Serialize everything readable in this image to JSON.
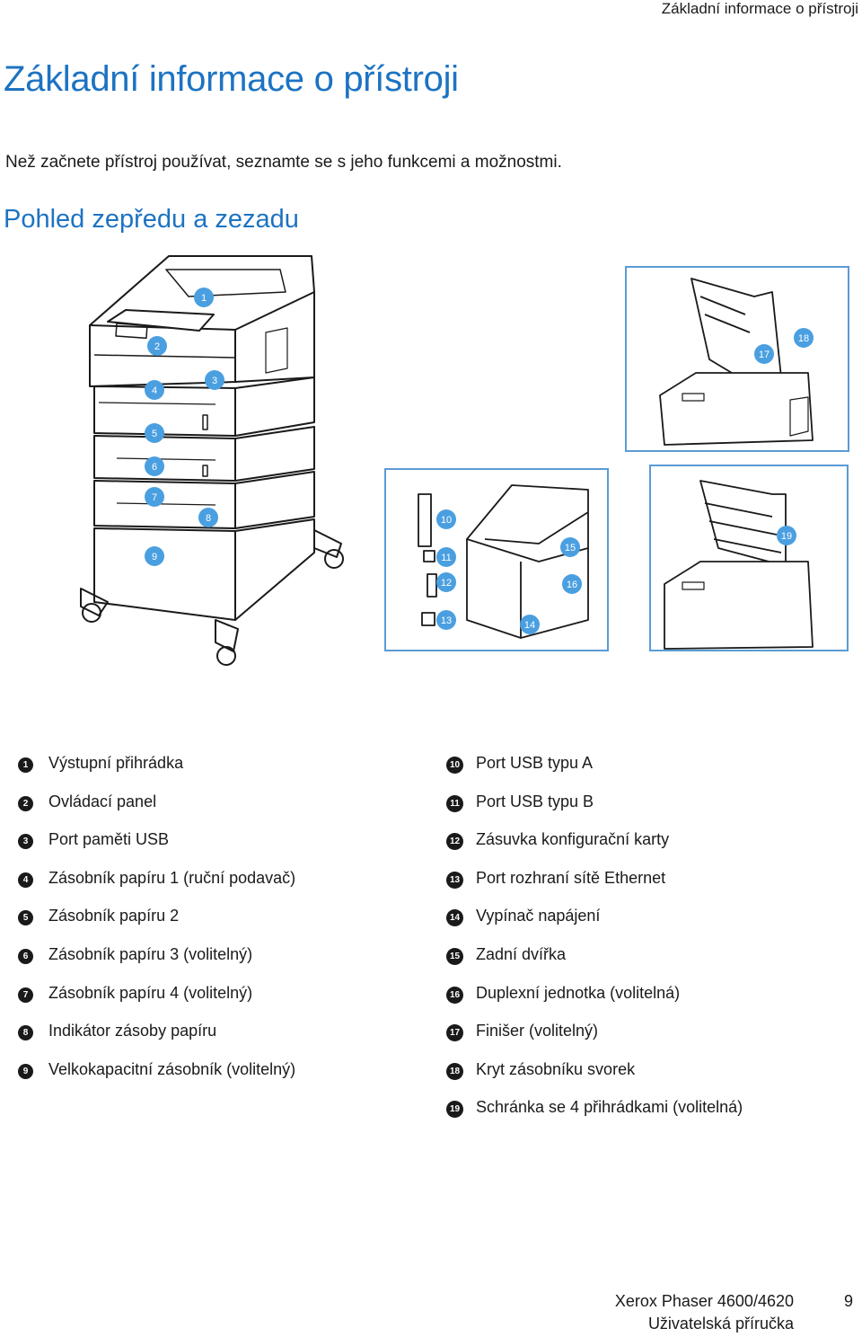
{
  "header": {
    "running_title": "Základní informace o přístroji"
  },
  "title": "Základní informace o přístroji",
  "intro": "Než začnete přístroj používat, seznamte se s jeho funkcemi a možnostmi.",
  "section_title": "Pohled zepředu a zezadu",
  "callouts": [
    "1",
    "2",
    "3",
    "4",
    "5",
    "6",
    "7",
    "8",
    "9",
    "10",
    "11",
    "12",
    "13",
    "14",
    "15",
    "16",
    "17",
    "18",
    "19"
  ],
  "legend_left": [
    {
      "num": "1",
      "label": "Výstupní přihrádka"
    },
    {
      "num": "2",
      "label": "Ovládací panel"
    },
    {
      "num": "3",
      "label": "Port paměti USB"
    },
    {
      "num": "4",
      "label": "Zásobník papíru 1 (ruční podavač)"
    },
    {
      "num": "5",
      "label": "Zásobník papíru 2"
    },
    {
      "num": "6",
      "label": "Zásobník papíru 3 (volitelný)"
    },
    {
      "num": "7",
      "label": "Zásobník papíru 4 (volitelný)"
    },
    {
      "num": "8",
      "label": "Indikátor zásoby papíru"
    },
    {
      "num": "9",
      "label": "Velkokapacitní zásobník (volitelný)"
    }
  ],
  "legend_right": [
    {
      "num": "10",
      "label": "Port USB typu A"
    },
    {
      "num": "11",
      "label": "Port USB typu B"
    },
    {
      "num": "12",
      "label": "Zásuvka konfigurační karty"
    },
    {
      "num": "13",
      "label": "Port rozhraní sítě Ethernet"
    },
    {
      "num": "14",
      "label": "Vypínač napájení"
    },
    {
      "num": "15",
      "label": "Zadní dvířka"
    },
    {
      "num": "16",
      "label": "Duplexní jednotka (volitelná)"
    },
    {
      "num": "17",
      "label": "Finišer (volitelný)"
    },
    {
      "num": "18",
      "label": "Kryt zásobníku svorek"
    },
    {
      "num": "19",
      "label": "Schránka se 4 přihrádkami (volitelná)"
    }
  ],
  "footer": {
    "product": "Xerox Phaser 4600/4620",
    "guide": "Uživatelská příručka",
    "page_number": "9"
  },
  "colors": {
    "accent": "#1d73c2",
    "callout_fill": "#4a9fe0",
    "frame": "#5a9bd5"
  }
}
